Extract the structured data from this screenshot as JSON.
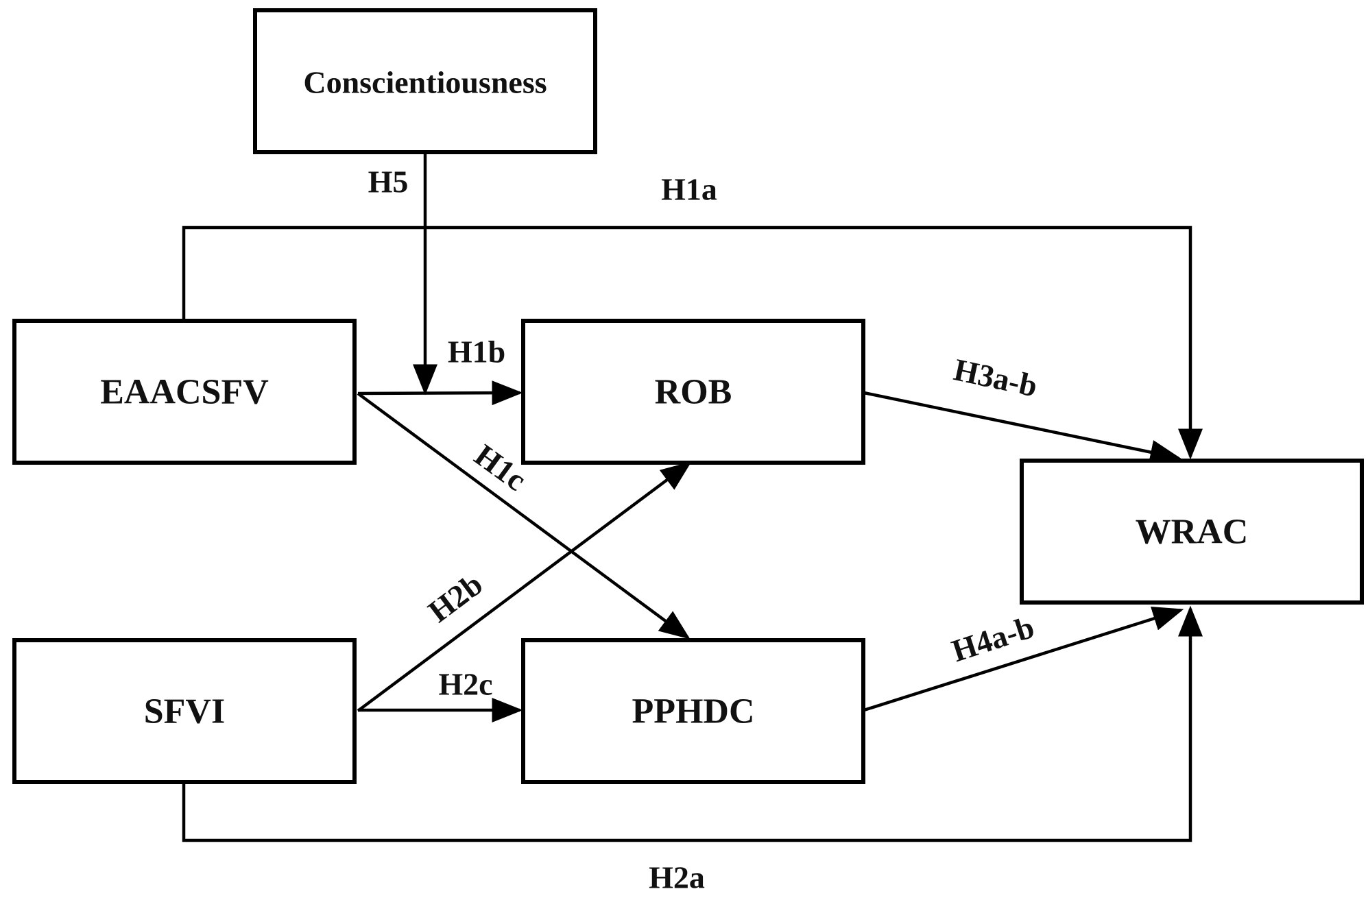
{
  "nodes": {
    "conscientiousness": "Conscientiousness",
    "eaacsfv": "EAACSFV",
    "rob": "ROB",
    "wrac": "WRAC",
    "sfvi": "SFVI",
    "pphdc": "PPHDC"
  },
  "hypotheses": {
    "h5": "H5",
    "h1a": "H1a",
    "h1b": "H1b",
    "h1c": "H1c",
    "h2a": "H2a",
    "h2b": "H2b",
    "h2c": "H2c",
    "h3ab": "H3a-b",
    "h4ab": "H4a-b"
  }
}
